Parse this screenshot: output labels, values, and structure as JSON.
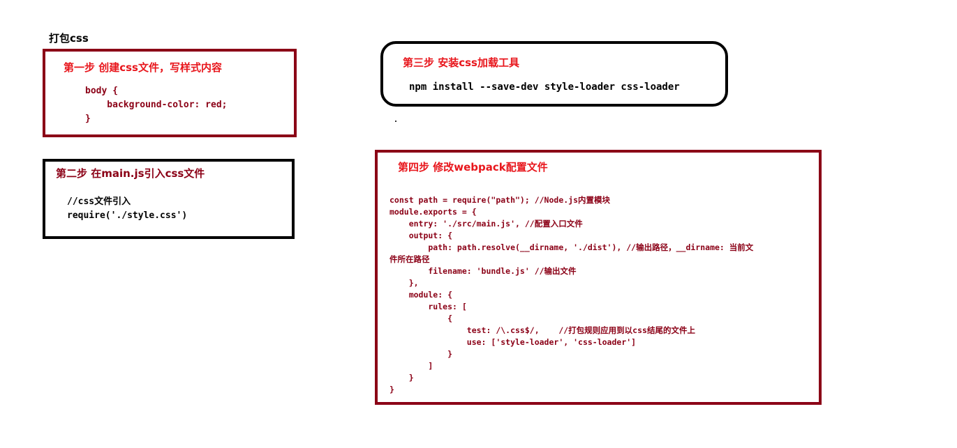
{
  "page": {
    "title": "打包css"
  },
  "step1": {
    "title": "第一步 创建css文件，写样式内容",
    "code": "body {\n    background-color: red;\n}"
  },
  "step2": {
    "title": "第二步 在main.js引入css文件",
    "code": "//css文件引入\nrequire('./style.css')"
  },
  "step3": {
    "title": "第三步 安装css加载工具",
    "command": "npm install --save-dev style-loader css-loader"
  },
  "step4": {
    "title": "第四步 修改webpack配置文件",
    "code": "const path = require(\"path\"); //Node.js内置模块\nmodule.exports = {\n    entry: './src/main.js', //配置入口文件\n    output: {\n        path: path.resolve(__dirname, './dist'), //输出路径，__dirname: 当前文\n件所在路径\n        filename: 'bundle.js' //输出文件\n    },\n    module: {\n        rules: [\n            {\n                test: /\\.css$/,    //打包规则应用到以css结尾的文件上\n                use: ['style-loader', 'css-loader']\n            }\n        ]\n    }\n}"
  },
  "colors": {
    "box_border_red": "#8b0016",
    "title_red": "#e8161c",
    "code_dark_red": "#8b0016",
    "box_border_black": "#000000"
  }
}
